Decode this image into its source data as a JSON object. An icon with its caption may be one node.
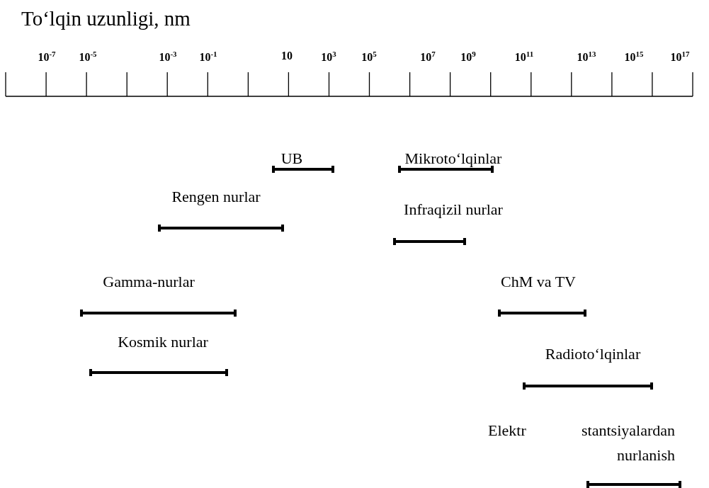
{
  "diagram": {
    "title": "To‘lqin uzunligi, nm",
    "nodes": [
      {
        "text": [
          "UB"
        ]
      },
      {
        "text": [
          "Mikroto‘lqinlar"
        ]
      },
      {
        "text": [
          "Rengen nurlar"
        ]
      },
      {
        "text": [
          "Infraqizil nurlar"
        ]
      },
      {
        "text": [
          "Gamma-nurlar"
        ]
      },
      {
        "text": [
          "ChM va TV"
        ]
      },
      {
        "text": [
          "Kosmik nurlar"
        ]
      },
      {
        "text": [
          "Radioto‘lqinlar"
        ]
      },
      {
        "text": [
          "Elektr stantsiyalardan nurlanish"
        ]
      }
    ],
    "labels": [
      "10$^{-7}$",
      "10$^{-5}$",
      "10$^{-3}$",
      "10$^{-1}$",
      "10",
      "10$^{3}$",
      "10$^{5}$",
      "10$^{7}$",
      "10$^{9}$",
      "10$^{11}$",
      "10$^{13}$",
      "10$^{15}$",
      "10$^{17}$"
    ]
  }
}
